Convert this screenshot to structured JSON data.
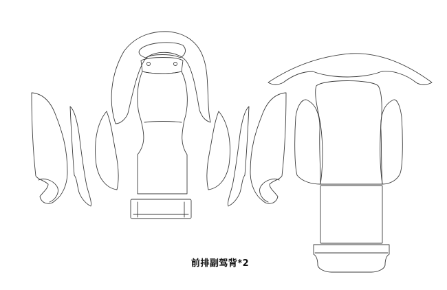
{
  "caption": "前排副驾背*2",
  "colors": {
    "line": "#3a3a3a",
    "background": "#ffffff"
  },
  "pieces": [
    "left-seat-pattern",
    "right-seat-pattern"
  ]
}
